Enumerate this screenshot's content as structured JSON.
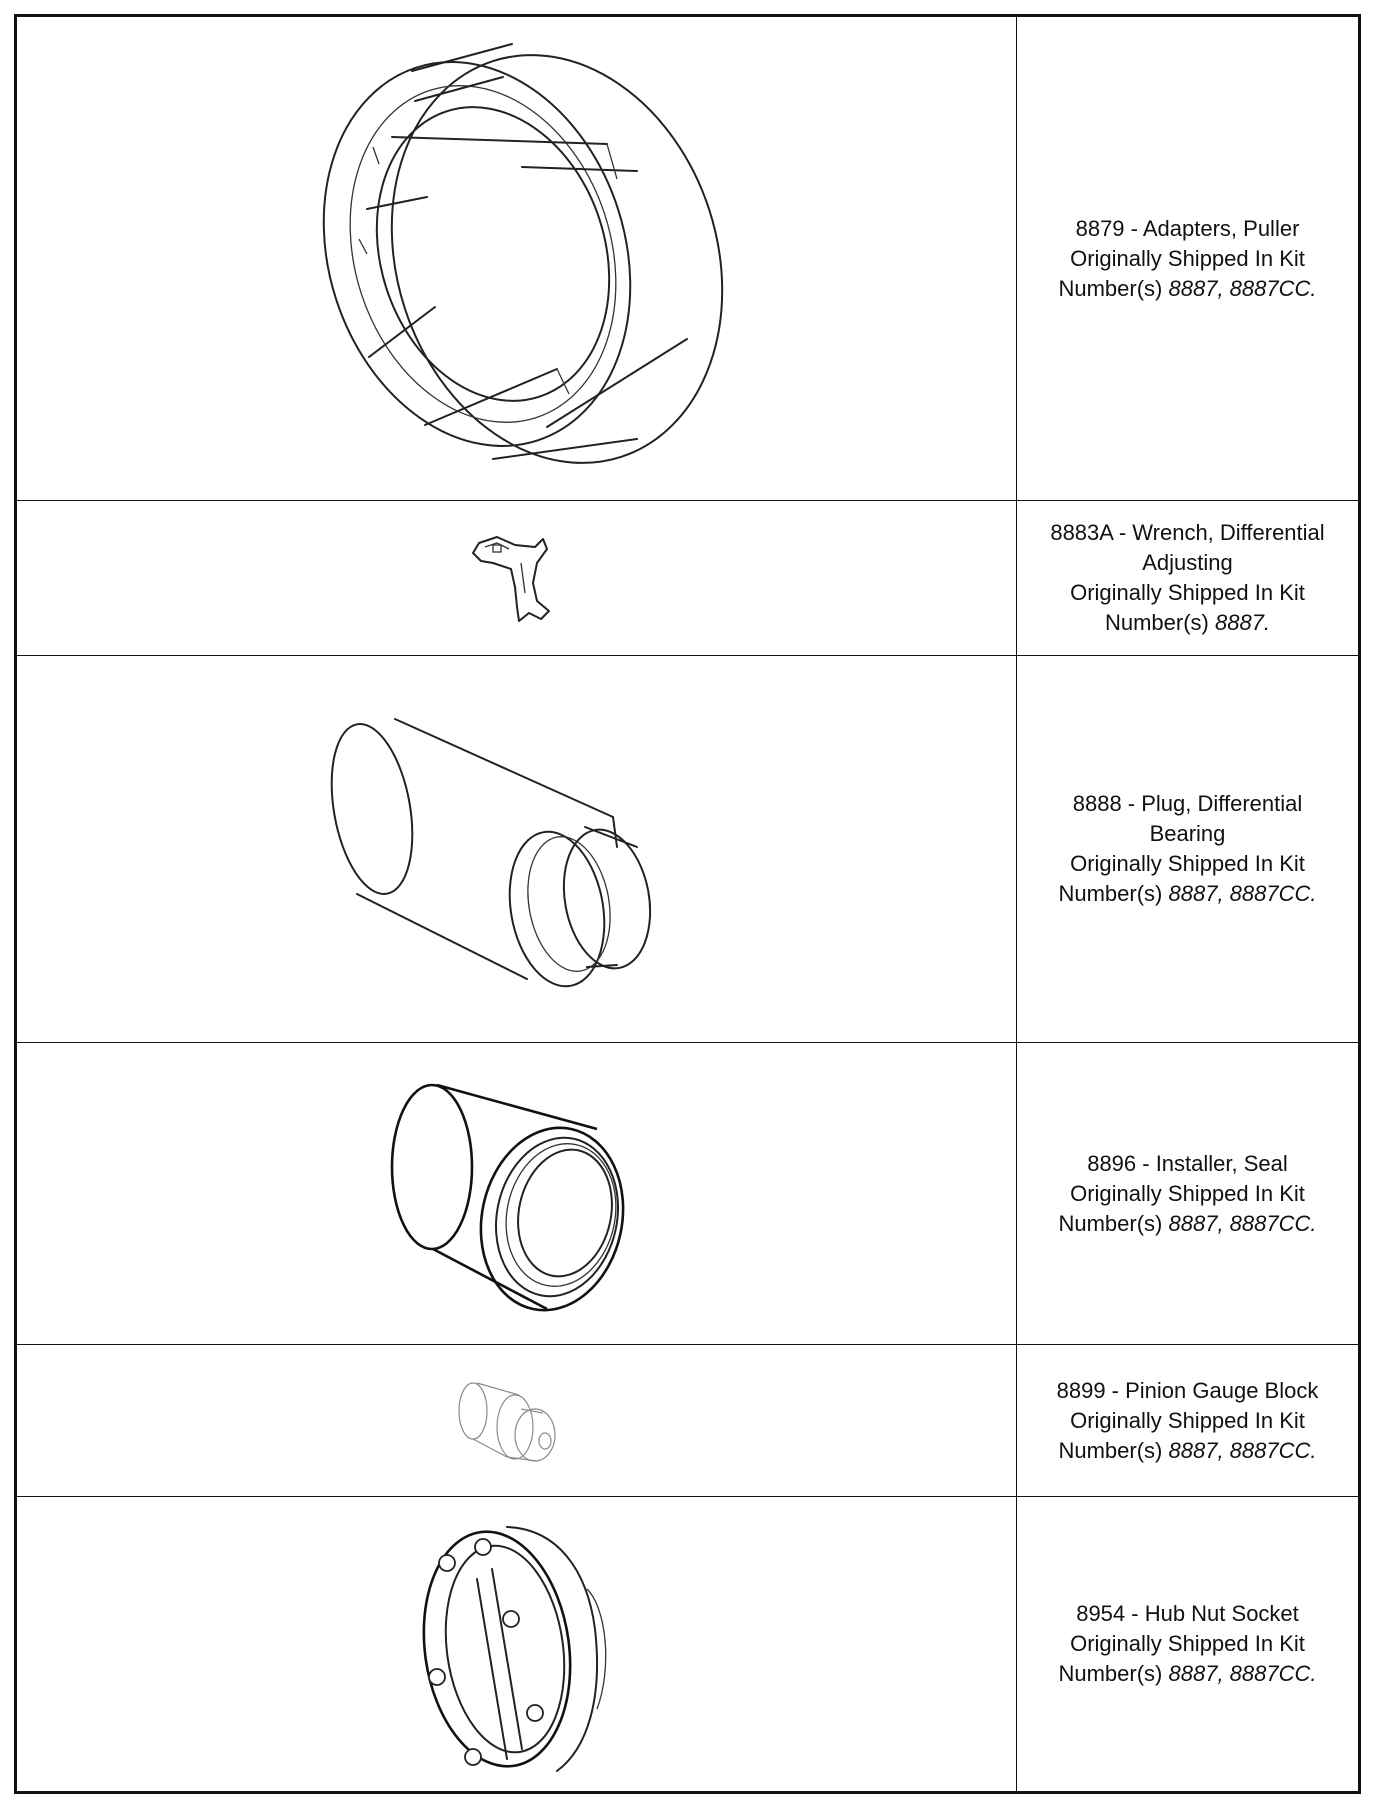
{
  "tools": [
    {
      "number": "8879",
      "title_lines": [
        "8879 - Adapters, Puller"
      ],
      "shipped_line": "Originally Shipped In Kit",
      "kit_prefix": "Number(s)",
      "kits": "8887, 8887CC."
    },
    {
      "number": "8883A",
      "title_lines": [
        "8883A - Wrench, Differential",
        "Adjusting"
      ],
      "shipped_line": "Originally Shipped In Kit",
      "kit_prefix": "Number(s)",
      "kits": "8887."
    },
    {
      "number": "8888",
      "title_lines": [
        "8888 - Plug, Differential",
        "Bearing"
      ],
      "shipped_line": "Originally Shipped In Kit",
      "kit_prefix": "Number(s)",
      "kits": "8887, 8887CC."
    },
    {
      "number": "8896",
      "title_lines": [
        "8896 - Installer, Seal"
      ],
      "shipped_line": "Originally Shipped In Kit",
      "kit_prefix": "Number(s)",
      "kits": "8887, 8887CC."
    },
    {
      "number": "8899",
      "title_lines": [
        "8899 - Pinion Gauge Block"
      ],
      "shipped_line": "Originally Shipped In Kit",
      "kit_prefix": "Number(s)",
      "kits": "8887, 8887CC."
    },
    {
      "number": "8954",
      "title_lines": [
        "8954 - Hub Nut Socket"
      ],
      "shipped_line": "Originally Shipped In Kit",
      "kit_prefix": "Number(s)",
      "kits": "8887, 8887CC."
    }
  ]
}
